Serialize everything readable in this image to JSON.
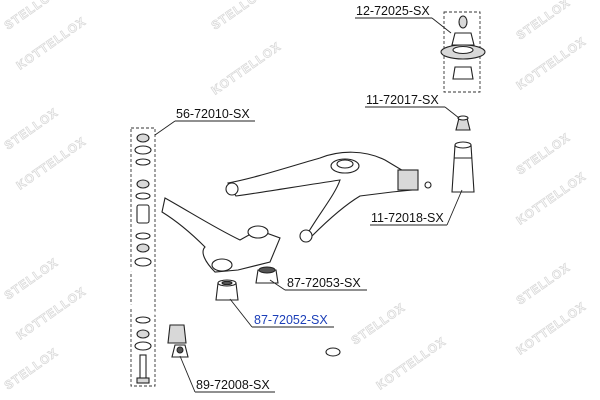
{
  "watermark": {
    "brand_a": "STELLOX",
    "brand_b": "KOTTELLOX"
  },
  "parts": {
    "p1": "12-72025-SX",
    "p2": "11-72017-SX",
    "p3": "56-72010-SX",
    "p4": "11-72018-SX",
    "p5": "87-72053-SX",
    "p6": "87-72052-SX",
    "p7": "89-72008-SX"
  },
  "highlight_color": "#1c3fb8"
}
